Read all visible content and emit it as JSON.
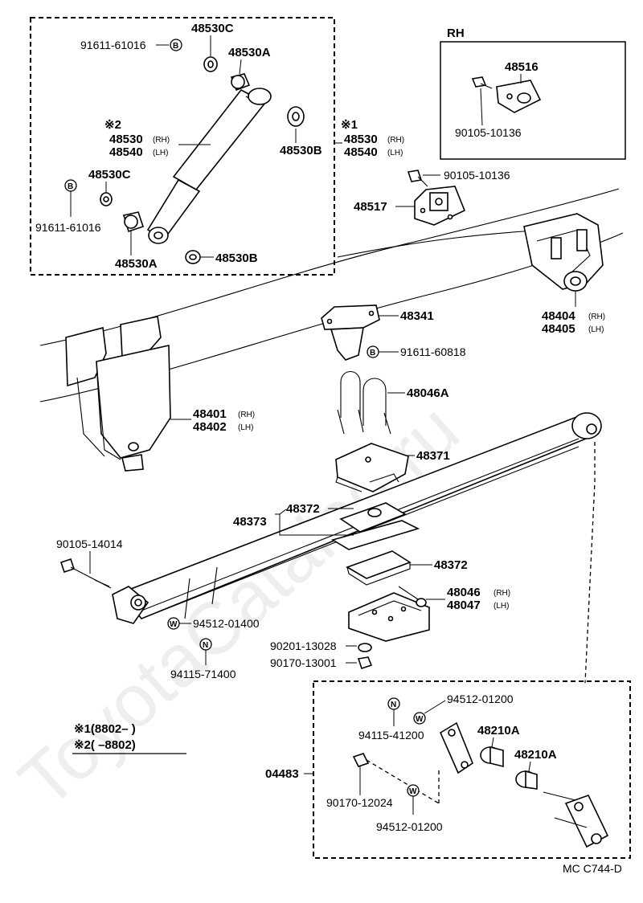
{
  "watermark": "ToyotaCatalog.ru",
  "box_labels": {
    "rh": "RH"
  },
  "footer": {
    "code": "MC  C744-D"
  },
  "notes": {
    "n1": "※1(8802–     )",
    "n2": "※2(     –8802)",
    "mark1": "※1",
    "mark2": "※2"
  },
  "side_tags": {
    "rh": "(RH)",
    "lh": "(LH)"
  },
  "callouts": {
    "p48530c_top": "48530C",
    "p91611_61016_top": "91611-61016",
    "p48530a_top": "48530A",
    "p48530_rh_l": "48530",
    "p48540_lh_l": "48540",
    "p48530b_r": "48530B",
    "p48530c_bot": "48530C",
    "p91611_61016_bot": "91611-61016",
    "p48530a_bot": "48530A",
    "p48530b_bot": "48530B",
    "p48530_rh_r": "48530",
    "p48540_lh_r": "48540",
    "p48516": "48516",
    "p90105_10136_box": "90105-10136",
    "p90105_10136": "90105-10136",
    "p48517": "48517",
    "p48404": "48404",
    "p48405": "48405",
    "p48341": "48341",
    "p91611_60818": "91611-60818",
    "p48046a": "48046A",
    "p48401": "48401",
    "p48402": "48402",
    "p48371": "48371",
    "p48372_top": "48372",
    "p48373": "48373",
    "p90105_14014": "90105-14014",
    "p48372_bot": "48372",
    "p48046": "48046",
    "p48047": "48047",
    "p94512_01400": "94512-01400",
    "p94115_71400": "94115-71400",
    "p90201_13028": "90201-13028",
    "p90170_13001": "90170-13001",
    "p94512_01200_top": "94512-01200",
    "p94115_41200": "94115-41200",
    "p48210a_1": "48210A",
    "p48210a_2": "48210A",
    "p04483": "04483",
    "p90170_12024": "90170-12024",
    "p94512_01200_bot": "94512-01200"
  },
  "circle_marks": {
    "b": "B",
    "n": "N",
    "w": "W"
  }
}
